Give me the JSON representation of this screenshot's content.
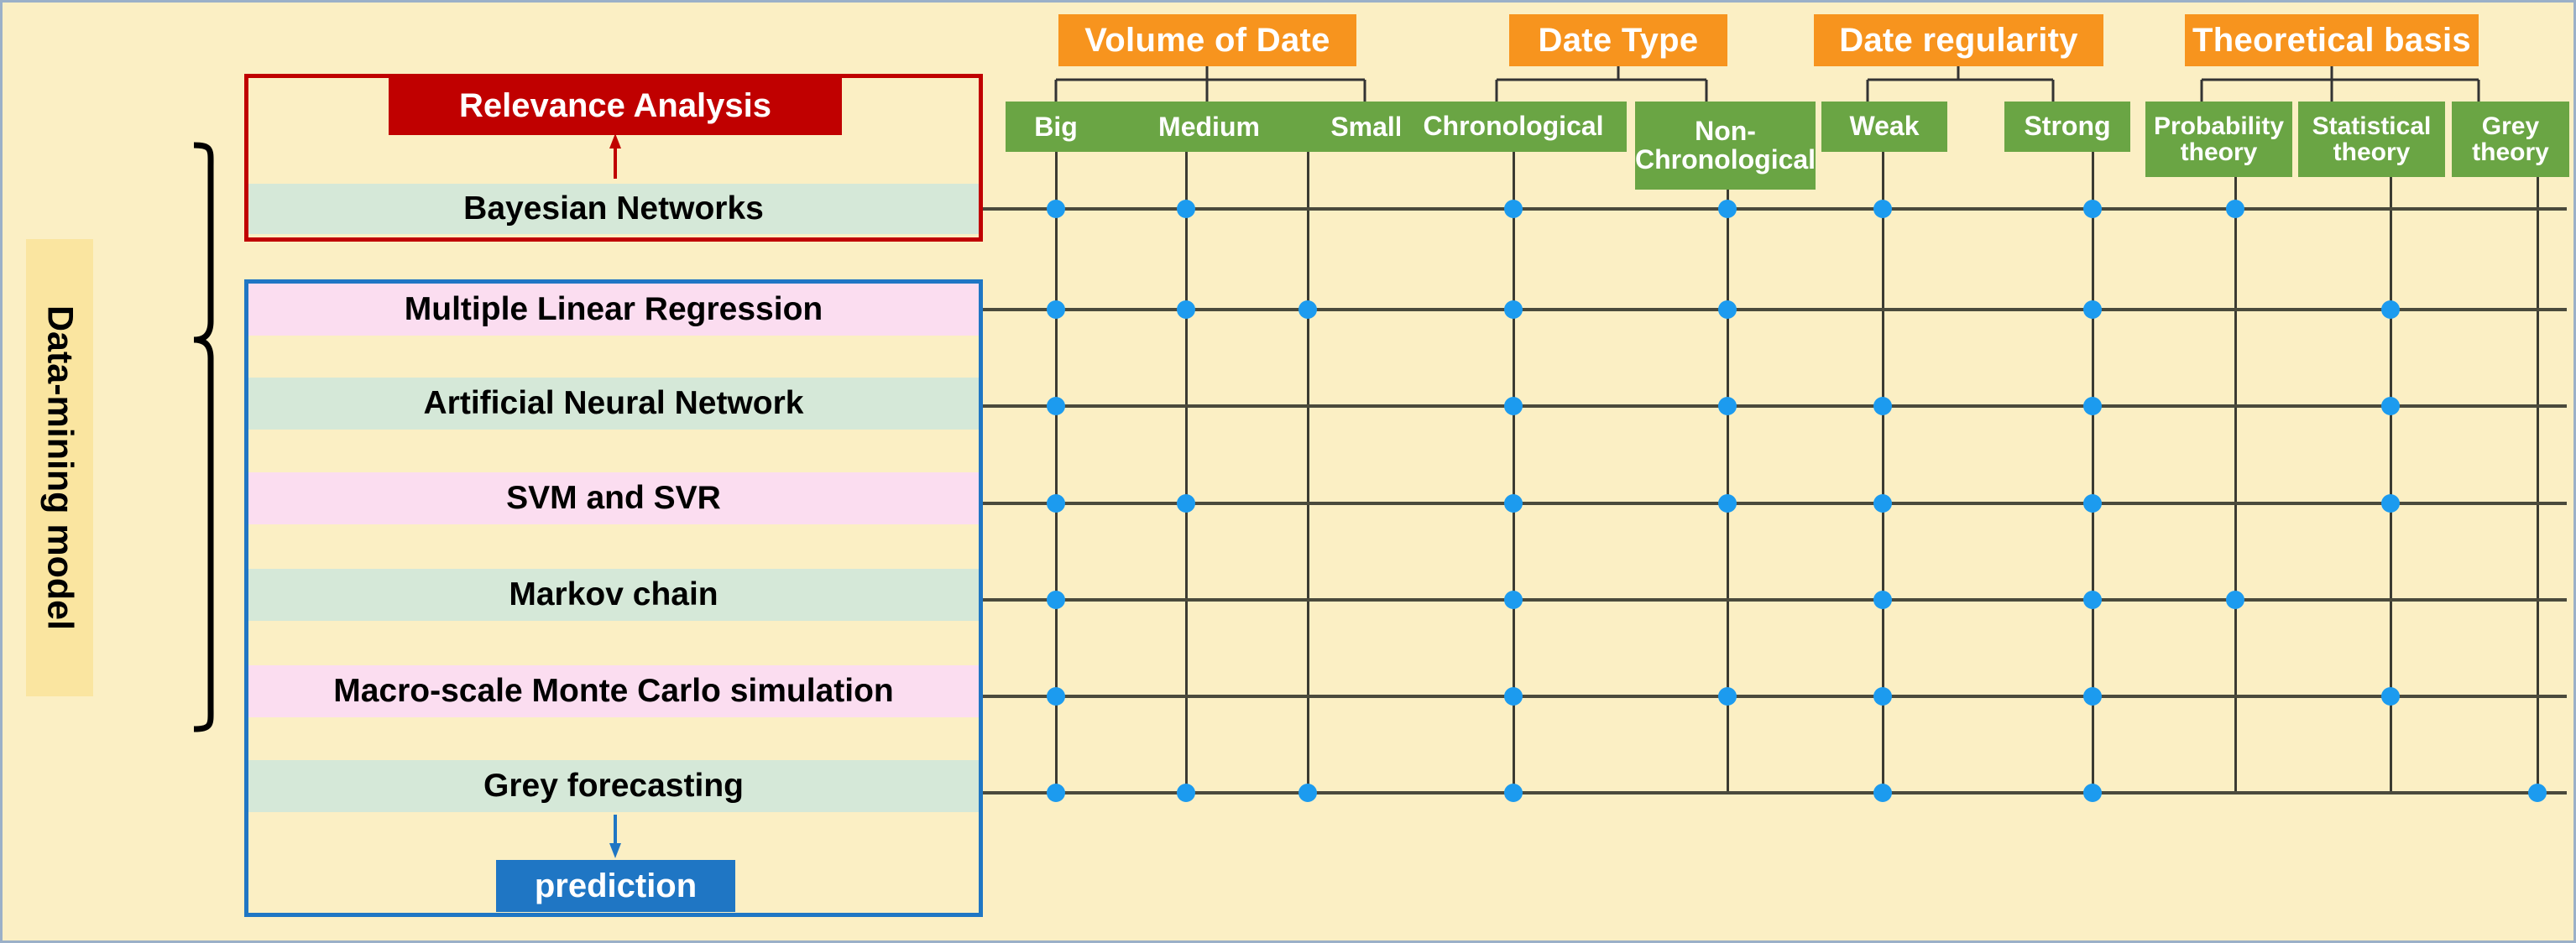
{
  "sidebar": {
    "title": "Data-mining model"
  },
  "left_panel": {
    "relevance": {
      "header": "Relevance Analysis",
      "rows": [
        "Bayesian Networks"
      ],
      "arrow": "up-arrow-red"
    },
    "models": {
      "rows": [
        "Multiple Linear Regression",
        "Artificial Neural Network",
        "SVM and SVR",
        "Markov chain",
        "Macro-scale Monte Carlo simulation",
        "Grey forecasting"
      ],
      "footer": "prediction",
      "arrow": "down-arrow-blue"
    }
  },
  "matrix": {
    "categories": [
      {
        "label": "Volume of Date",
        "children": [
          "Big",
          "Medium",
          "Small"
        ]
      },
      {
        "label": "Date Type",
        "children": [
          "Chronological",
          "Non-Chronological"
        ]
      },
      {
        "label": "Date regularity",
        "children": [
          "Weak",
          "Strong"
        ]
      },
      {
        "label": "Theoretical basis",
        "children": [
          "Probability theory",
          "Statistical theory",
          "Grey theory"
        ]
      }
    ],
    "columns": [
      "Big",
      "Medium",
      "Small",
      "Chronological",
      "Non-Chronological",
      "Weak",
      "Strong",
      "Probability theory",
      "Statistical theory",
      "Grey theory"
    ],
    "rows": [
      "Bayesian Networks",
      "Multiple Linear Regression",
      "Artificial Neural Network",
      "SVM and SVR",
      "Markov chain",
      "Macro-scale Monte Carlo simulation",
      "Grey forecasting"
    ],
    "cells": [
      [
        1,
        1,
        0,
        1,
        1,
        1,
        1,
        1,
        0,
        0
      ],
      [
        1,
        1,
        1,
        1,
        1,
        0,
        1,
        0,
        1,
        0
      ],
      [
        1,
        0,
        0,
        1,
        1,
        1,
        1,
        0,
        1,
        0
      ],
      [
        1,
        1,
        0,
        1,
        1,
        1,
        1,
        0,
        1,
        0
      ],
      [
        1,
        0,
        0,
        1,
        0,
        1,
        1,
        1,
        0,
        0
      ],
      [
        1,
        0,
        0,
        1,
        1,
        1,
        1,
        0,
        1,
        0
      ],
      [
        1,
        1,
        1,
        1,
        0,
        1,
        1,
        0,
        0,
        1
      ]
    ]
  },
  "colors": {
    "background": "#FBEFC4",
    "category_orange": "#F7941E",
    "subcategory_green": "#6AA544",
    "dot_blue": "#1C9BEF",
    "relevance_red": "#C00000",
    "model_blue": "#1F76C4",
    "band_green": "#D5E8D8",
    "band_pink": "#FBDDF0",
    "sidebar_yellow": "#FAE5A0"
  }
}
